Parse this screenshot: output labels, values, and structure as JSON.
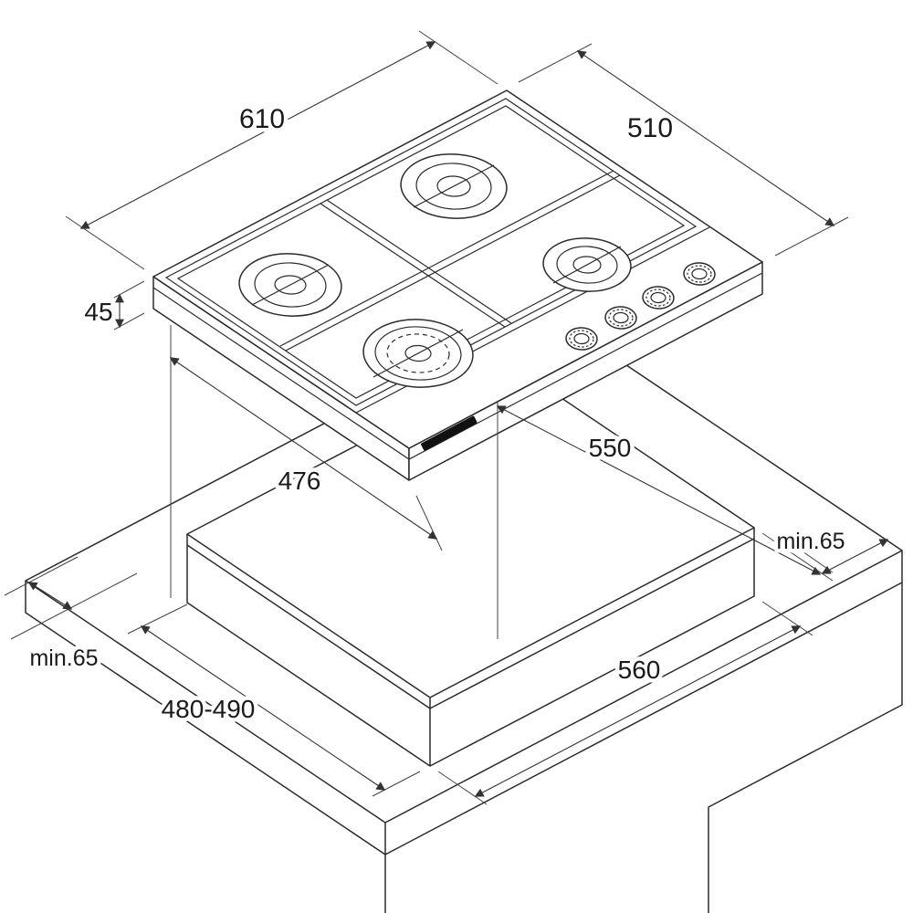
{
  "diagram": {
    "subject": "Built-in 4-burner gas hob installation drawing with worktop cutout",
    "view": "isometric line drawing",
    "style": {
      "line_color": "#2b2b2b",
      "dimension_color": "#333333",
      "label_color": "#1a1a1a",
      "background": "#ffffff"
    },
    "labels": {
      "hob_width": "610",
      "hob_depth": "510",
      "hob_height": "45",
      "body_width": "476",
      "body_depth": "550",
      "clearance_right": "min.65",
      "clearance_left": "min.65",
      "cutout_depth": "480-490",
      "cutout_width": "560"
    }
  }
}
